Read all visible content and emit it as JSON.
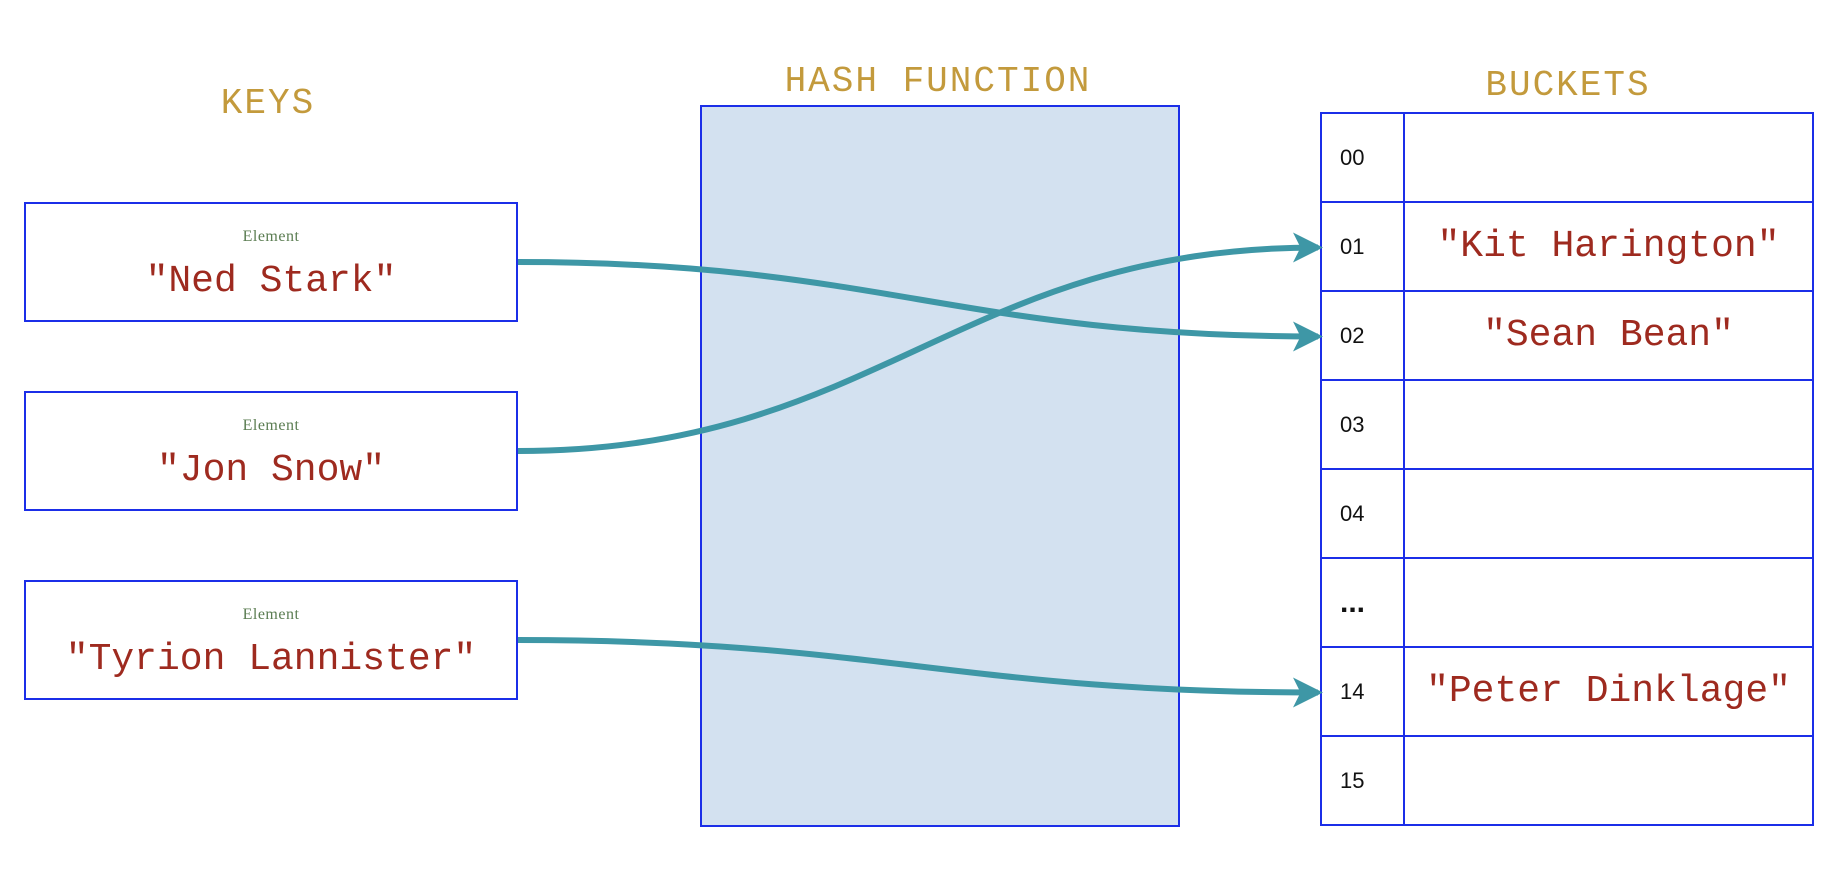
{
  "headings": {
    "keys": "KEYS",
    "hash_function": "HASH FUNCTION",
    "buckets": "BUCKETS"
  },
  "keys": [
    {
      "tag": "Element",
      "value": "\"Ned Stark\""
    },
    {
      "tag": "Element",
      "value": "\"Jon Snow\""
    },
    {
      "tag": "Element",
      "value": "\"Tyrion Lannister\""
    }
  ],
  "buckets": [
    {
      "index": "00",
      "value": ""
    },
    {
      "index": "01",
      "value": "\"Kit Harington\""
    },
    {
      "index": "02",
      "value": "\"Sean Bean\""
    },
    {
      "index": "03",
      "value": ""
    },
    {
      "index": "04",
      "value": ""
    },
    {
      "index": "...",
      "value": ""
    },
    {
      "index": "14",
      "value": "\"Peter Dinklage\""
    },
    {
      "index": "15",
      "value": ""
    }
  ],
  "mappings": [
    {
      "from_key": 0,
      "to_bucket": 2
    },
    {
      "from_key": 1,
      "to_bucket": 1
    },
    {
      "from_key": 2,
      "to_bucket": 6
    }
  ],
  "colors": {
    "heading": "#c39a3c",
    "border": "#1b2ee8",
    "hash_fill": "#d3e1f0",
    "value_text": "#9e2a1f",
    "tag_text": "#5b7d52",
    "arrow": "#3e97a6"
  }
}
